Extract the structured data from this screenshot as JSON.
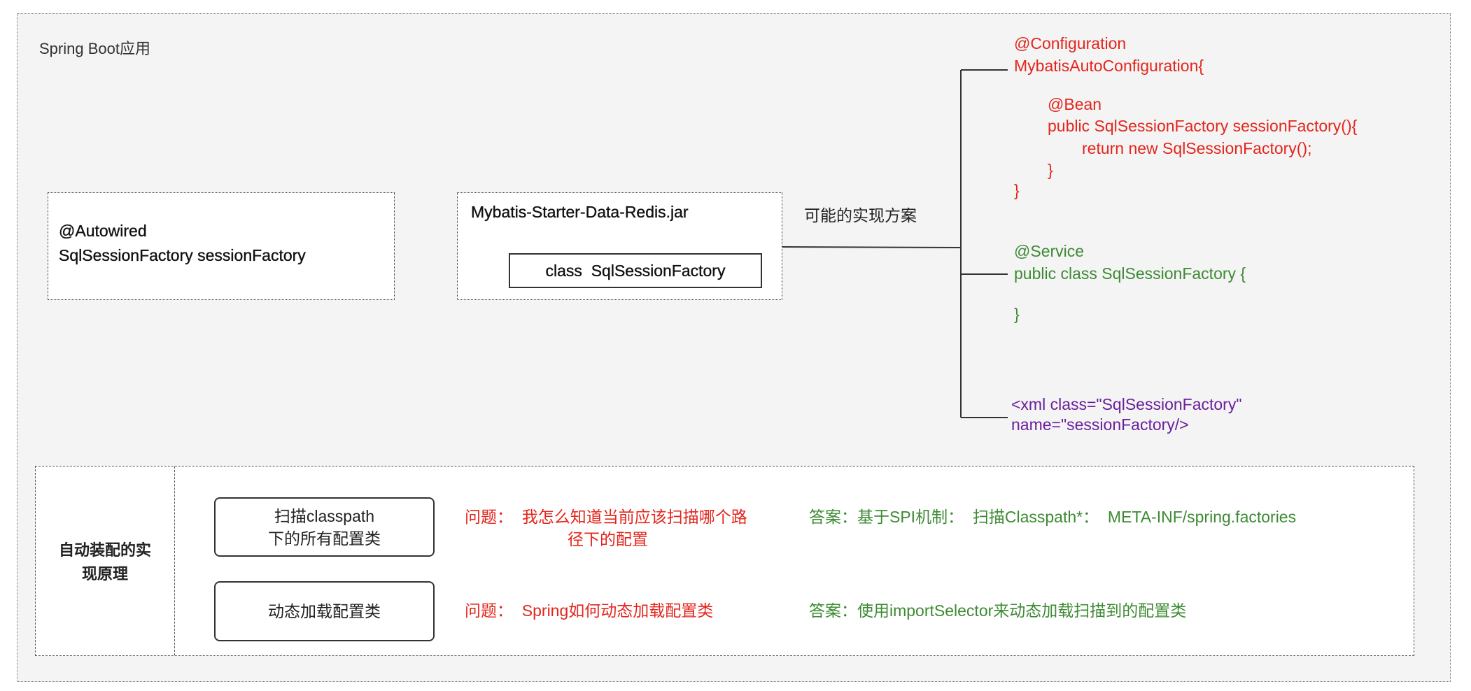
{
  "app": {
    "title": "Spring Boot应用"
  },
  "consumer": {
    "line1": "@Autowired",
    "line2": "SqlSessionFactory sessionFactory"
  },
  "jar": {
    "title": "Mybatis-Starter-Data-Redis.jar",
    "class_label": "class  SqlSessionFactory"
  },
  "edge_label": "可能的实现方案",
  "options": {
    "config": {
      "color": "#e3261d",
      "lines": [
        "@Configuration",
        "MybatisAutoConfiguration{",
        "@Bean",
        "public SqlSessionFactory sessionFactory(){",
        "return new SqlSessionFactory();",
        "}",
        "}"
      ]
    },
    "service": {
      "color": "#3d8a33",
      "lines": [
        "@Service",
        "public class SqlSessionFactory {",
        "}"
      ]
    },
    "xml": {
      "color": "#6a1f9c",
      "lines": [
        "<xml class=\"SqlSessionFactory\"",
        "name=\"sessionFactory/>"
      ]
    }
  },
  "principle": {
    "title_line1": "自动装配的实",
    "title_line2": "现原理",
    "rows": [
      {
        "step_line1": "扫描classpath",
        "step_line2": "下的所有配置类",
        "question_line1": "问题：  我怎么知道当前应该扫描哪个路",
        "question_line2": "径下的配置",
        "answer": "答案：基于SPI机制：  扫描Classpath*：  META-INF/spring.factories"
      },
      {
        "step_line1": "动态加载配置类",
        "question_line1": "问题：  Spring如何动态加载配置类",
        "answer": "答案：使用importSelector来动态加载扫描到的配置类"
      }
    ]
  }
}
